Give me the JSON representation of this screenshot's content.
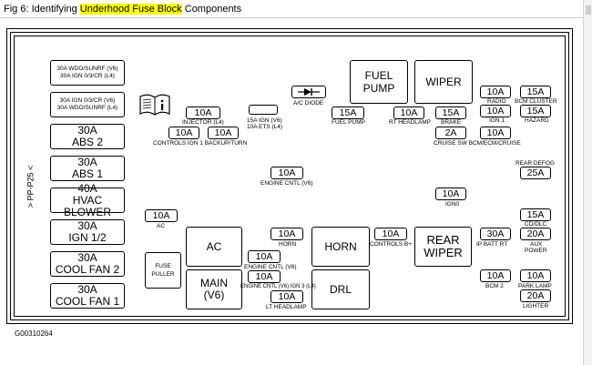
{
  "caption": {
    "prefix": "Fig 6: Identifying ",
    "highlight": "Underhood Fuse Block",
    "suffix": " Components"
  },
  "figure_code": "G00310264",
  "side_label": "> PP-P25 <",
  "left_column": [
    {
      "line1": "30A WDO/SUNRF (V6)",
      "line2": "30A IGN 0/3/CR (L4)"
    },
    {
      "line1": "30A IGN 0/3/CR (V6)",
      "line2": "30A WDO/SUNRF (L4)"
    },
    {
      "line1": "30A",
      "line2": "ABS 2"
    },
    {
      "line1": "30A",
      "line2": "ABS 1"
    },
    {
      "line1": "40A",
      "line2": "HVAC BLOWER"
    },
    {
      "line1": "30A",
      "line2": "IGN 1/2"
    },
    {
      "line1": "30A",
      "line2": "COOL FAN 2"
    },
    {
      "line1": "30A",
      "line2": "COOL FAN 1"
    }
  ],
  "relays": {
    "fuel_pump": "FUEL PUMP",
    "wiper": "WIPER",
    "ac": "AC",
    "main_line1": "MAIN",
    "main_line2": "(V6)",
    "horn": "HORN",
    "drl": "DRL",
    "rear_wiper_line1": "REAR",
    "rear_wiper_line2": "WIPER",
    "fuse_puller_line1": "FUSE",
    "fuse_puller_line2": "PULLER"
  },
  "fuses": {
    "injector": {
      "value": "10A",
      "label": "INJECTOR (L4)"
    },
    "controls_ign1": {
      "value": "10A",
      "label": "CONTROLS IGN 1 BACKUP/TURN"
    },
    "backup_turn": {
      "value": "10A"
    },
    "ign_ets": {
      "label1": "15A IGN (V6)",
      "label2": "10A ETS (L4)"
    },
    "ac_diode": {
      "label": "A/C DIODE"
    },
    "fuel_pump": {
      "value": "15A",
      "label": "FUEL PUMP"
    },
    "rt_headlamp": {
      "value": "10A",
      "label": "RT HEADLAMP"
    },
    "brake": {
      "value": "15A",
      "label": "BRAKE"
    },
    "radio": {
      "value": "10A",
      "label": "RADIO"
    },
    "bcm_cluster": {
      "value": "15A",
      "label": "BCM CLUSTER"
    },
    "ign1": {
      "value": "10A",
      "label": "IGN 1"
    },
    "hazard": {
      "value": "15A",
      "label": "HAZARD"
    },
    "cruise_sw": {
      "value": "2A",
      "label": "CRUISE SW BCM/ECM/CRUISE"
    },
    "cruise_10a": {
      "value": "10A"
    },
    "engine_cntl": {
      "value": "10A",
      "label": "ENGINE CNTL (V6)"
    },
    "rear_defog": {
      "value": "25A",
      "label": "REAR DEFOG"
    },
    "ign0": {
      "value": "10A",
      "label": "IGN0"
    },
    "ac": {
      "value": "10A",
      "label": "AC"
    },
    "cd_dlc": {
      "value": "15A",
      "label": "CD/DLC"
    },
    "horn": {
      "value": "10A",
      "label": "HORN"
    },
    "controls_b": {
      "value": "10A",
      "label": "CONTROLS B+"
    },
    "ip_batt_rt": {
      "value": "30A",
      "label": "IP BATT RT"
    },
    "aux_power": {
      "value": "20A",
      "label1": "AUX",
      "label2": "POWER"
    },
    "engine_cntl_v6": {
      "value": "10A",
      "label": "ENGINE CNTL (V6)"
    },
    "engine_cntl_ign3": {
      "value": "10A",
      "label": "ENGINE CNTL (V6) IGN 3 (L4)"
    },
    "lt_headlamp": {
      "value": "10A",
      "label": "LT HEADLAMP"
    },
    "bcm2": {
      "value": "10A",
      "label": "BCM 2"
    },
    "park_lamp": {
      "value": "10A",
      "label": "PARK LAMP"
    },
    "lighter": {
      "value": "20A",
      "label": "LIGHTER"
    }
  }
}
